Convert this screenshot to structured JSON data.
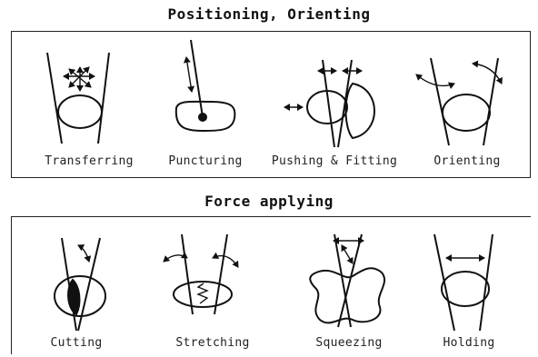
{
  "sections": [
    {
      "title": "Positioning, Orienting",
      "operations": [
        {
          "label": "Transferring",
          "icon": "gripper-transfer-icon"
        },
        {
          "label": "Puncturing",
          "icon": "needle-puncture-icon"
        },
        {
          "label": "Pushing & Fitting",
          "icon": "push-fit-icon"
        },
        {
          "label": "Orienting",
          "icon": "rotate-orient-icon"
        }
      ]
    },
    {
      "title": "Force applying",
      "operations": [
        {
          "label": "Cutting",
          "icon": "cut-icon"
        },
        {
          "label": "Stretching",
          "icon": "stretch-icon"
        },
        {
          "label": "Squeezing",
          "icon": "squeeze-icon"
        },
        {
          "label": "Holding",
          "icon": "hold-icon"
        }
      ]
    }
  ],
  "colors": {
    "ink": "#111111",
    "background": "#ffffff"
  }
}
